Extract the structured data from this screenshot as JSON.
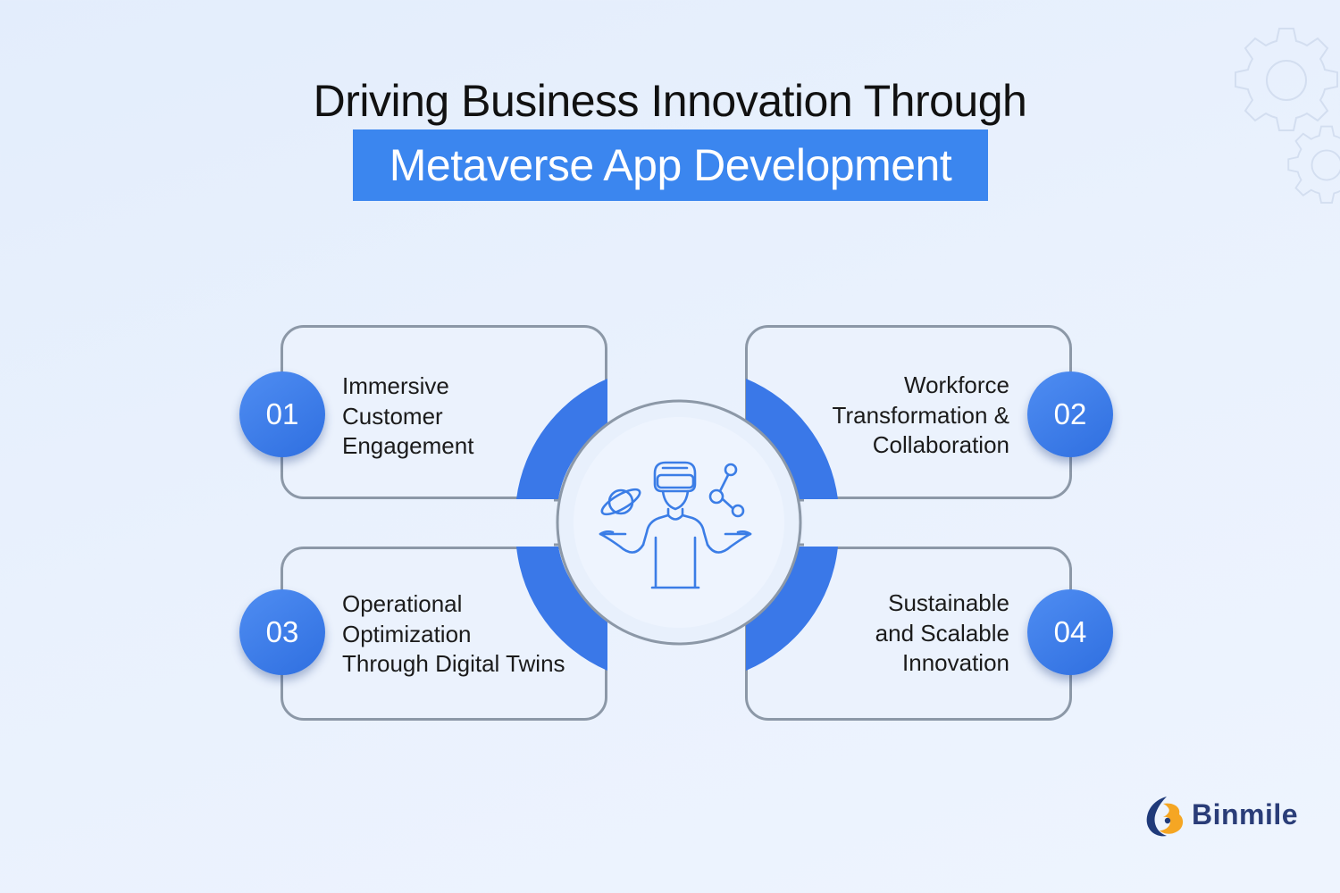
{
  "title": {
    "line1": "Driving Business Innovation Through",
    "line2": "Metaverse App Development"
  },
  "items": [
    {
      "number": "01",
      "lines": [
        "Immersive",
        "Customer",
        "Engagement"
      ]
    },
    {
      "number": "02",
      "lines": [
        "Workforce",
        "Transformation &",
        "Collaboration"
      ]
    },
    {
      "number": "03",
      "lines": [
        "Operational",
        "Optimization",
        "Through Digital Twins"
      ]
    },
    {
      "number": "04",
      "lines": [
        "Sustainable",
        "and Scalable",
        "Innovation"
      ]
    }
  ],
  "center_icon": "vr-headset-person-icon",
  "brand": {
    "name": "Binmile",
    "logo_icon": "binmile-logo-icon"
  },
  "colors": {
    "accent_blue": "#3b86ef",
    "badge_blue": "#3a78e8",
    "card_border": "#8c98a7",
    "icon_stroke": "#3b7de6",
    "brand_text": "#2a3d78",
    "brand_orange": "#f5a623"
  }
}
